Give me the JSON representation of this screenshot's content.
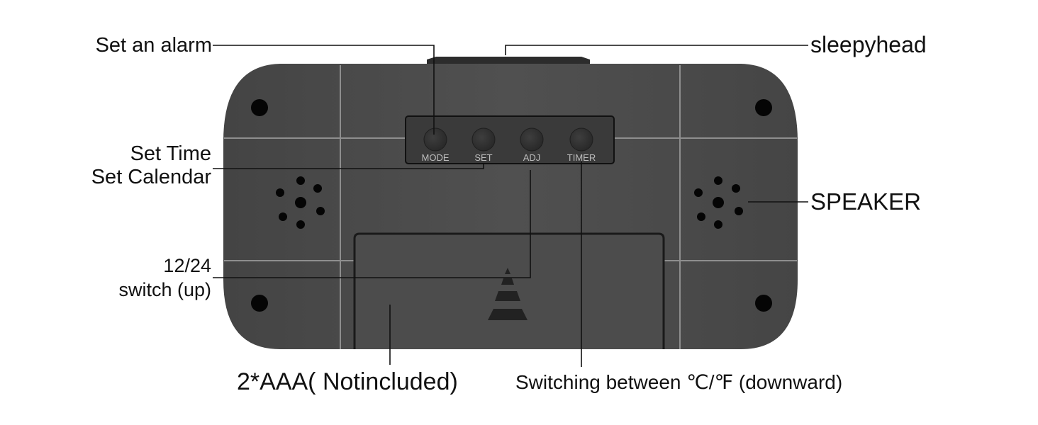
{
  "callouts": {
    "set_alarm": "Set an alarm",
    "snooze": "sleepyhead",
    "set_time": "Set Time",
    "set_calendar": "Set Calendar",
    "speaker": "SPEAKER",
    "hour_mode": "12/24",
    "hour_mode_switch": "switch (up)",
    "battery": "2*AAA( Notincluded)",
    "temp_switch": "Switching between ℃/℉ (downward)"
  },
  "buttons": [
    {
      "label": "MODE"
    },
    {
      "label": "SET"
    },
    {
      "label": "ADJ"
    },
    {
      "label": "TIMER"
    }
  ],
  "colors": {
    "device_body": "#4a4a4a",
    "device_seam": "#8a8a8a",
    "hole": "#050505",
    "leader_line": "#111111",
    "button_label": "#bcbcbc"
  }
}
